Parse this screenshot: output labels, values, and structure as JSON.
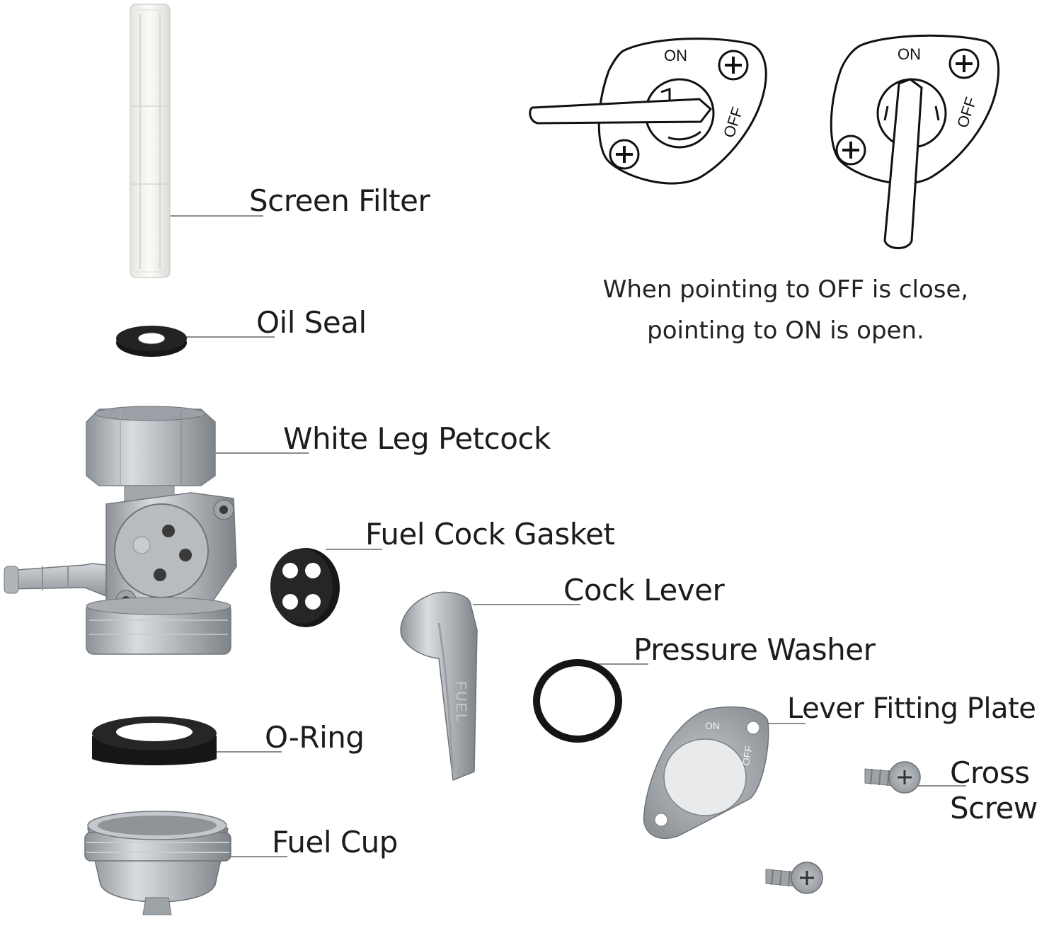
{
  "labels": {
    "screen_filter": "Screen Filter",
    "oil_seal": "Oil Seal",
    "white_leg_petcock": "White Leg Petcock",
    "fuel_cock_gasket": "Fuel Cock Gasket",
    "cock_lever": "Cock Lever",
    "pressure_washer": "Pressure Washer",
    "lever_fitting_plate": "Lever Fitting Plate",
    "cross_screw_line1": "Cross",
    "cross_screw_line2": "Screw",
    "o_ring": "O-Ring",
    "fuel_cup": "Fuel Cup"
  },
  "dial": {
    "on": "ON",
    "off": "OFF"
  },
  "caption": {
    "line1": "When pointing to OFF is close,",
    "line2": "pointing to ON is open."
  },
  "part_marks": {
    "lever_text": "FUEL",
    "plate_on": "ON",
    "plate_off": "OFF"
  },
  "colors": {
    "background": "#ffffff",
    "metal": "#a9aeb3",
    "rubber": "#141414",
    "filter": "#f1f1ee",
    "text": "#1c1c1c"
  }
}
